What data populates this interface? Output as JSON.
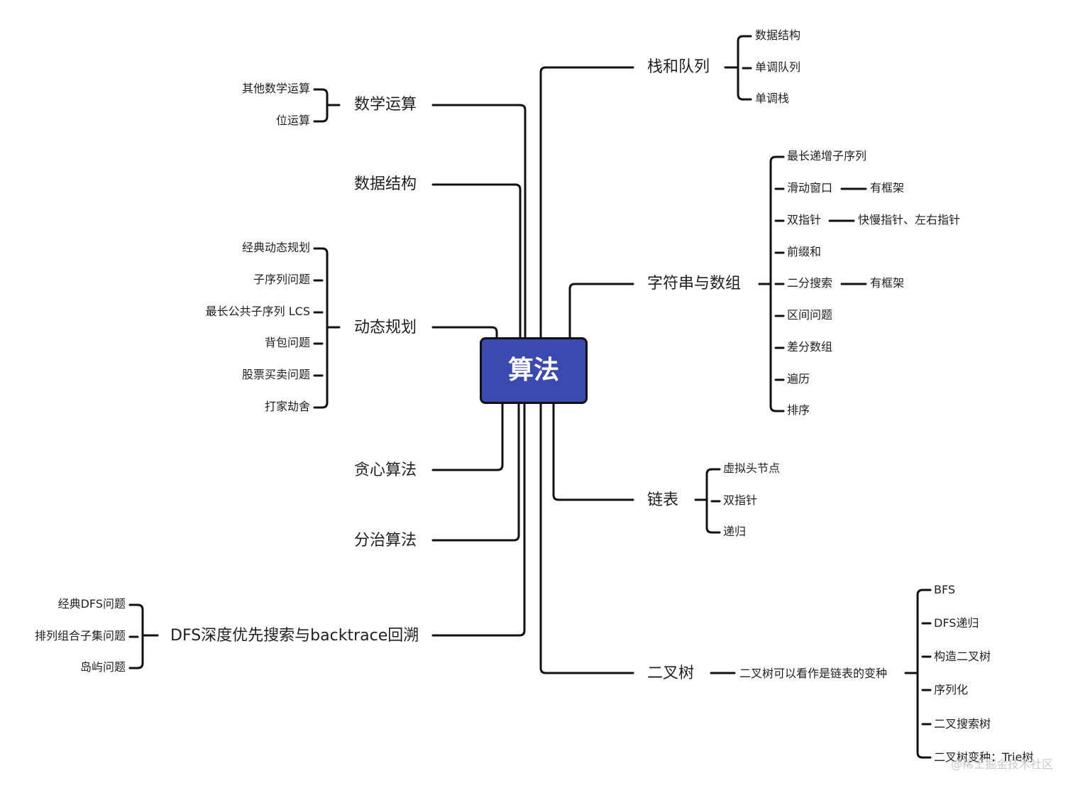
{
  "root": "算法",
  "left": [
    {
      "label": "数学运算",
      "children": [
        "其他数学运算",
        "位运算"
      ]
    },
    {
      "label": "数据结构",
      "children": []
    },
    {
      "label": "动态规划",
      "children": [
        "经典动态规划",
        "子序列问题",
        "最长公共子序列 LCS",
        "背包问题",
        "股票买卖问题",
        "打家劫舍"
      ]
    },
    {
      "label": "贪心算法",
      "children": []
    },
    {
      "label": "分治算法",
      "children": []
    },
    {
      "label": "DFS深度优先搜索与backtrace回溯",
      "children": [
        "经典DFS问题",
        "排列组合子集问题",
        "岛屿问题"
      ]
    }
  ],
  "right": [
    {
      "label": "栈和队列",
      "children": [
        {
          "label": "数据结构"
        },
        {
          "label": "单调队列"
        },
        {
          "label": "单调栈"
        }
      ]
    },
    {
      "label": "字符串与数组",
      "children": [
        {
          "label": "最长递增子序列"
        },
        {
          "label": "滑动窗口",
          "note": "有框架"
        },
        {
          "label": "双指针",
          "note": "快慢指针、左右指针"
        },
        {
          "label": "前缀和"
        },
        {
          "label": "二分搜索",
          "note": "有框架"
        },
        {
          "label": "区间问题"
        },
        {
          "label": "差分数组"
        },
        {
          "label": "遍历"
        },
        {
          "label": "排序"
        }
      ]
    },
    {
      "label": "链表",
      "children": [
        {
          "label": "虚拟头节点"
        },
        {
          "label": "双指针"
        },
        {
          "label": "递归"
        }
      ]
    },
    {
      "label": "二叉树",
      "bridge": "二叉树可以看作是链表的变种",
      "children": [
        {
          "label": "BFS"
        },
        {
          "label": "DFS递归"
        },
        {
          "label": "构造二叉树"
        },
        {
          "label": "序列化"
        },
        {
          "label": "二叉搜索树"
        },
        {
          "label": "二叉树变种：Trie树"
        }
      ]
    }
  ],
  "watermark": {
    "credit": "@稀土掘金技术社区"
  }
}
